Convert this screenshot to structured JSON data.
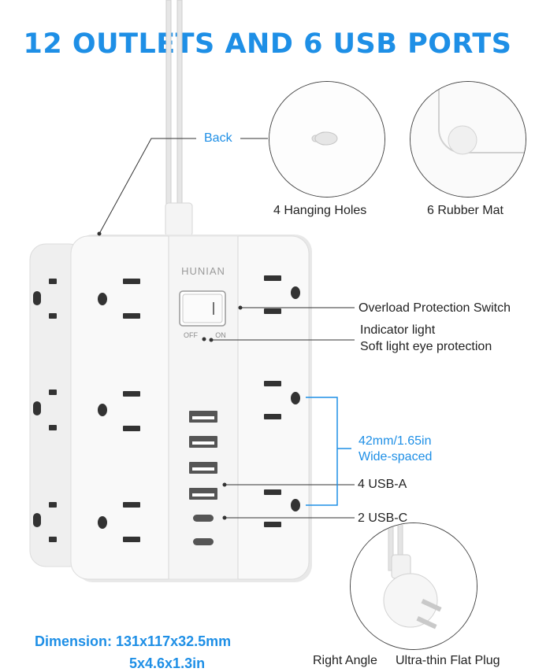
{
  "header": {
    "title": "12 OUTLETS AND 6 USB PORTS"
  },
  "callouts": {
    "back": "Back",
    "hanging_holes": "4 Hanging Holes",
    "rubber_mat": "6 Rubber Mat",
    "overload_switch": "Overload Protection Switch",
    "indicator_light": "Indicator light",
    "soft_light": "Soft light eye protection",
    "spacing_line1": "42mm/1.65in",
    "spacing_line2": "Wide-spaced",
    "usb_a": "4 USB-A",
    "usb_c": "2 USB-C",
    "right_angle": "Right Angle",
    "flat_plug": "Ultra-thin Flat Plug"
  },
  "product": {
    "brand": "HUNIAN",
    "switch_off": "OFF",
    "switch_on": "ON",
    "outlet_count": 12,
    "usb_a_count": 4,
    "usb_c_count": 2
  },
  "dimensions": {
    "metric": "Dimension: 131x117x32.5mm",
    "imperial": "5x4.6x1.3in"
  },
  "colors": {
    "accent": "#1e8fe6",
    "device": "#f7f7f7",
    "text": "#222222"
  }
}
